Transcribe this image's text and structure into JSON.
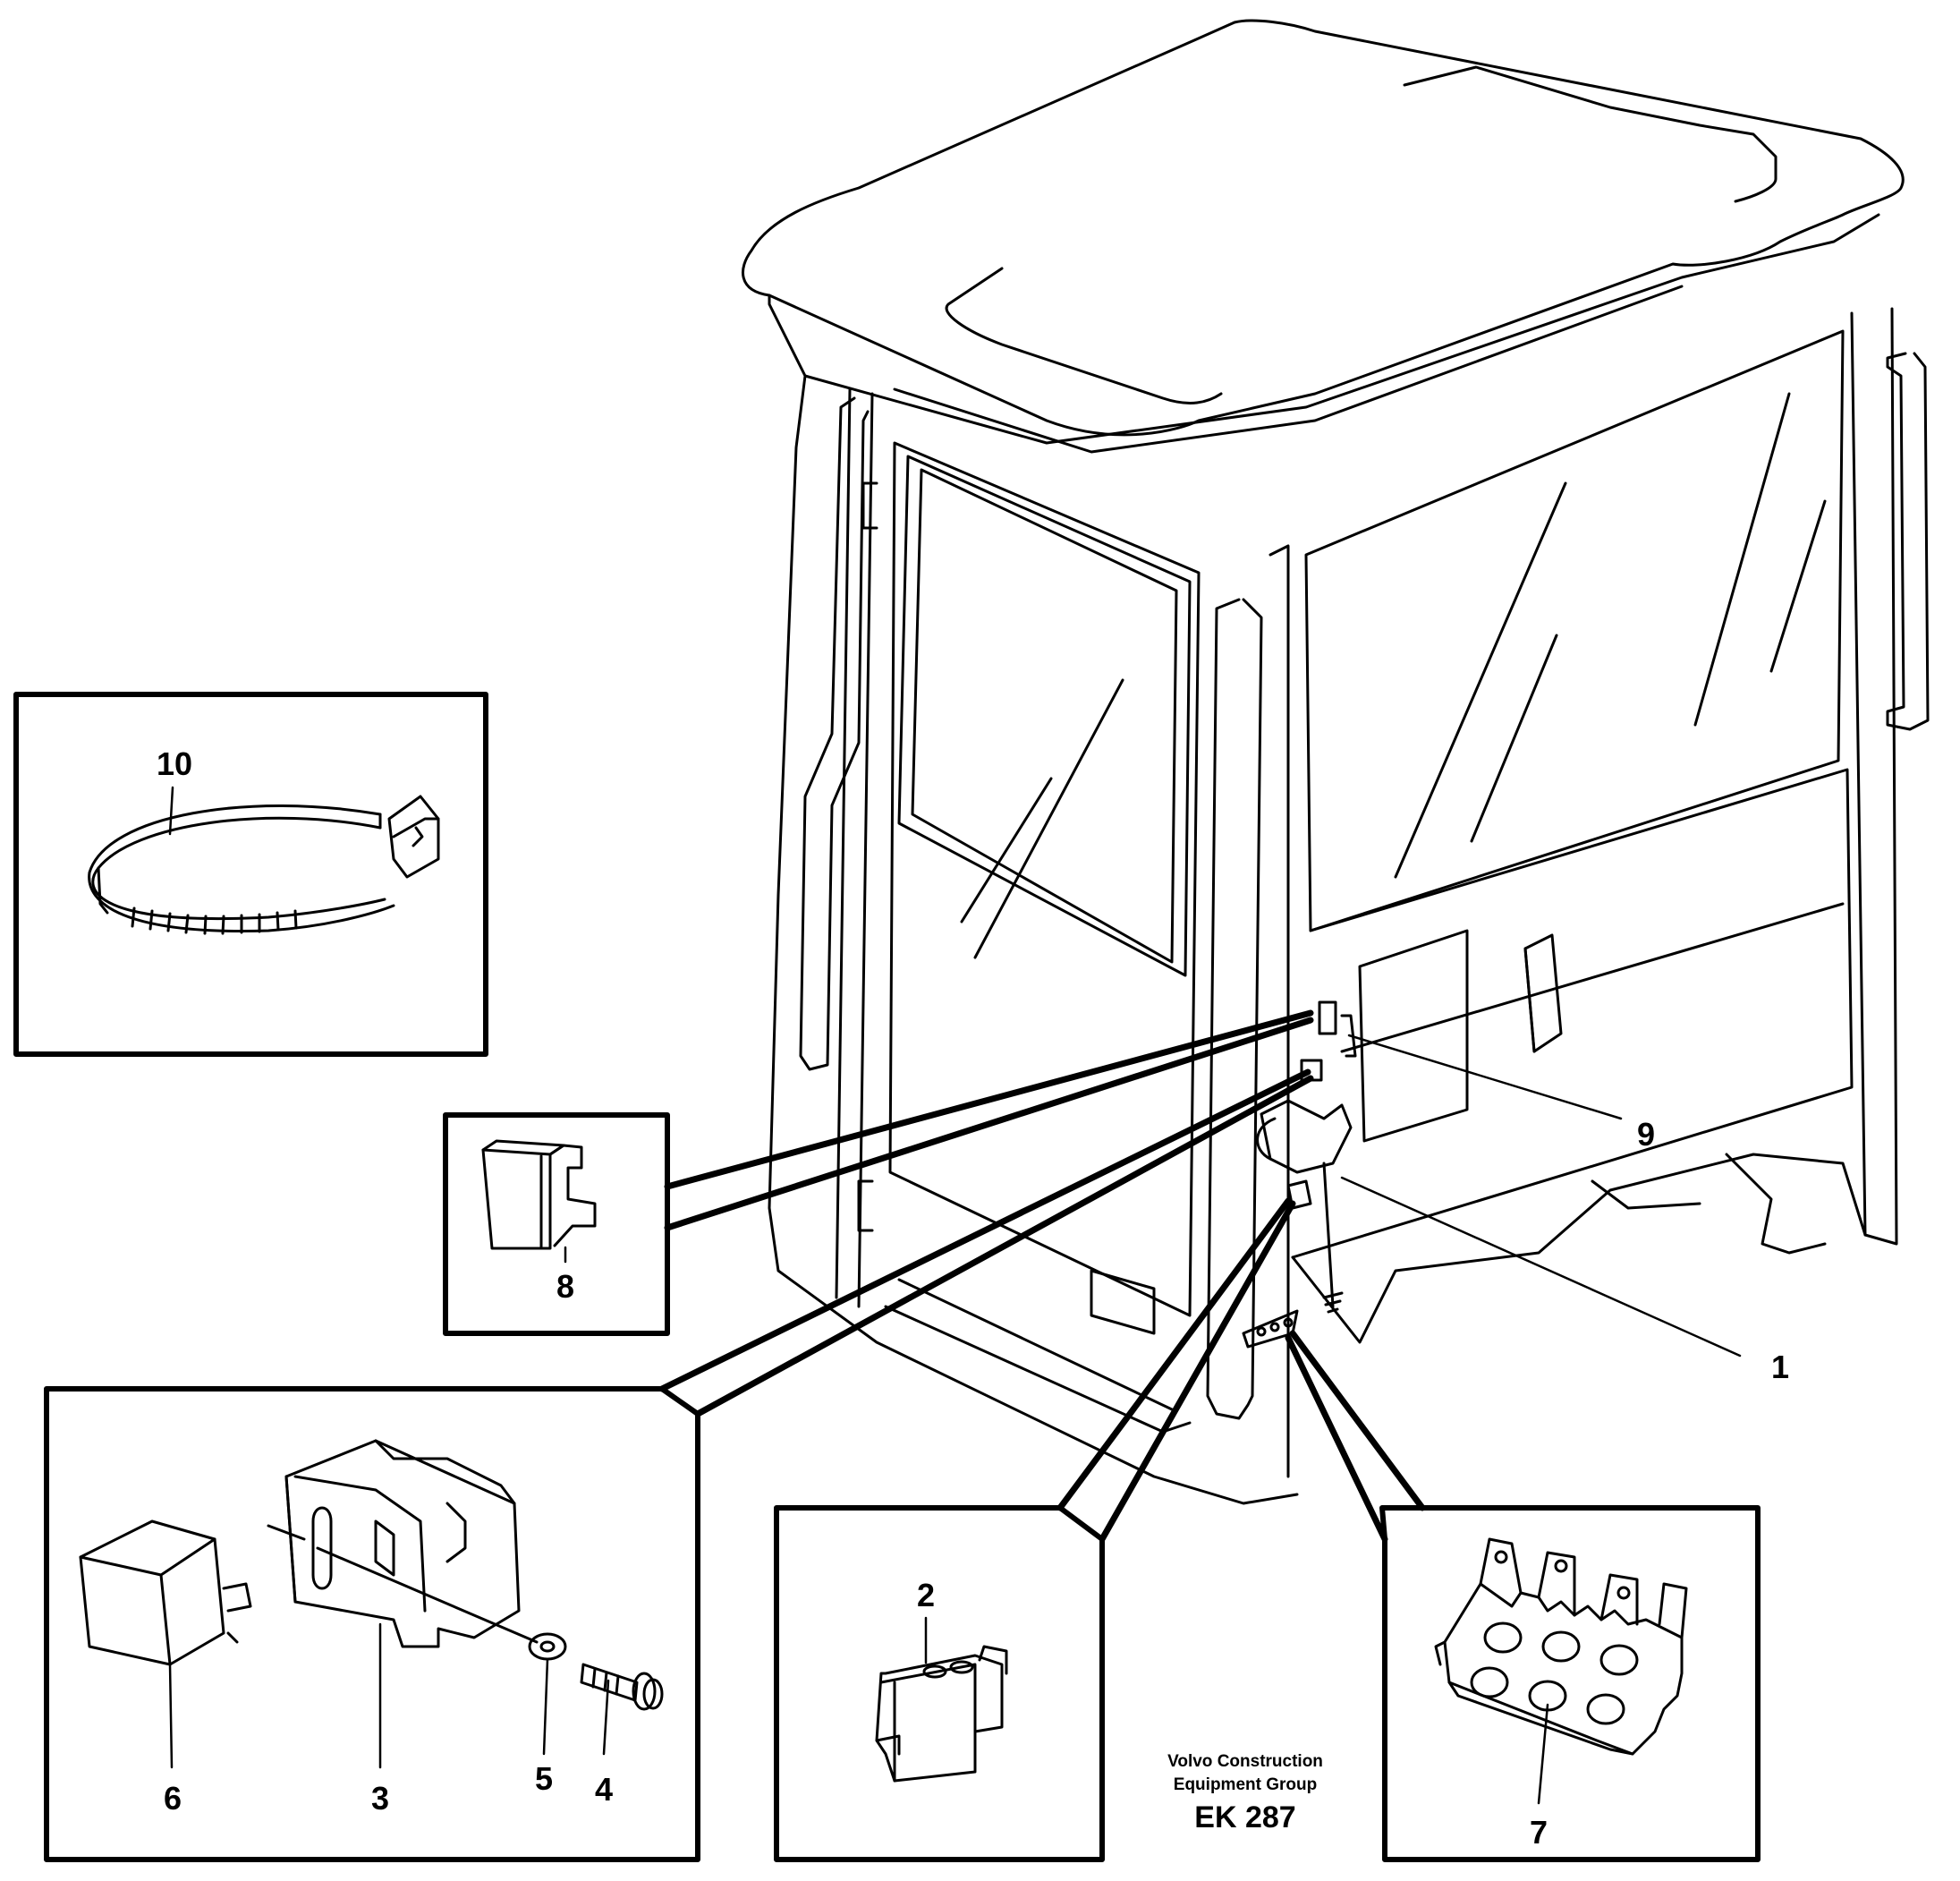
{
  "callouts": {
    "c1": "1",
    "c2": "2",
    "c3": "3",
    "c4": "4",
    "c5": "5",
    "c6": "6",
    "c7": "7",
    "c8": "8",
    "c9": "9",
    "c10": "10"
  },
  "footer": {
    "line1": "Volvo Construction",
    "line2": "Equipment Group",
    "code": "EK 287"
  },
  "colors": {
    "ink": "#000000",
    "paper": "#ffffff"
  }
}
